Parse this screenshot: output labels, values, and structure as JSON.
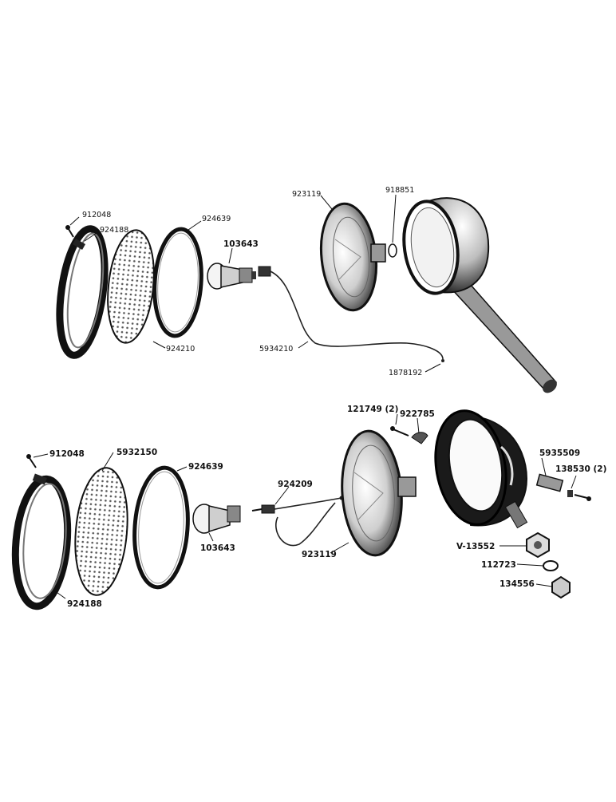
{
  "labels": {
    "upper_912048": "912048",
    "upper_924188": "924188",
    "upper_924639": "924639",
    "upper_103643": "103643",
    "upper_923119": "923119",
    "upper_918851": "918851",
    "upper_924210": "924210",
    "upper_5934210": "5934210",
    "upper_1878192": "1878192",
    "lower_912048": "912048",
    "lower_5932150": "5932150",
    "lower_924639": "924639",
    "lower_924209": "924209",
    "lower_103643": "103643",
    "lower_923119": "923119",
    "lower_924188": "924188",
    "lower_121749": "121749 (2)",
    "lower_922785": "922785",
    "lower_5935509": "5935509",
    "lower_138530": "138530 (2)",
    "lower_V13552": "V-13552",
    "lower_112723": "112723",
    "lower_134556": "134556"
  }
}
